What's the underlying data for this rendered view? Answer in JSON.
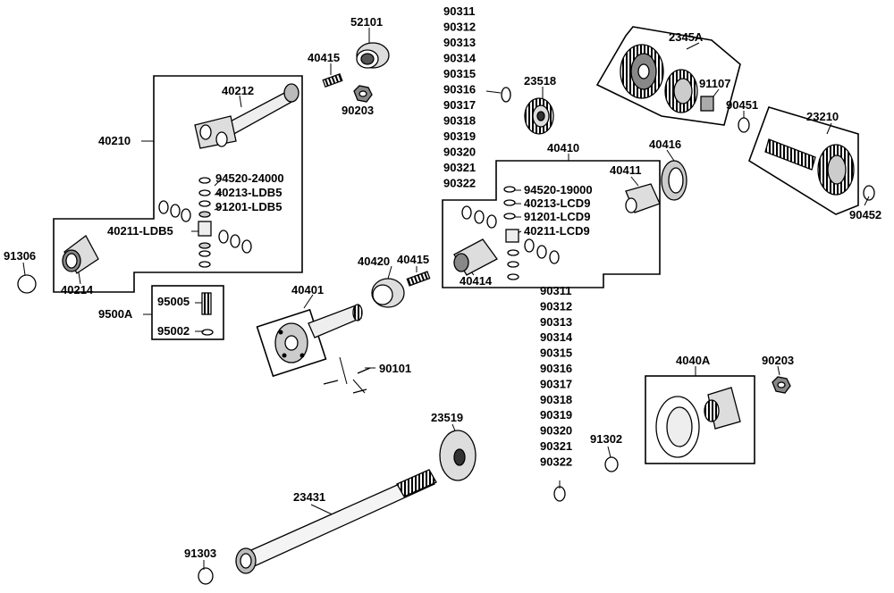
{
  "diagram": {
    "labels": {
      "p52101": "52101",
      "p40415a": "40415",
      "p90203a": "90203",
      "p40212": "40212",
      "p40210": "40210",
      "p94520_24000": "94520-24000",
      "p40213_ldb5": "40213-LDB5",
      "p91201_ldb5": "91201-LDB5",
      "p40211_ldb5": "40211-LDB5",
      "p91306": "91306",
      "p40214": "40214",
      "p9500a": "9500A",
      "p95005": "95005",
      "p95002": "95002",
      "p40420": "40420",
      "p40415b": "40415",
      "p40401": "40401",
      "p90101": "90101",
      "p23518": "23518",
      "p40410": "40410",
      "p94520_19000": "94520-19000",
      "p40213_lcd9": "40213-LCD9",
      "p91201_lcd9": "91201-LCD9",
      "p40211_lcd9": "40211-LCD9",
      "p40411": "40411",
      "p40414": "40414",
      "p40416": "40416",
      "p2345a": "2345A",
      "p91107": "91107",
      "p90451": "90451",
      "p23210": "23210",
      "p90452": "90452",
      "p4040a": "4040A",
      "p90203b": "90203",
      "p91302": "91302",
      "p23519": "23519",
      "p23431": "23431",
      "p91303": "91303"
    },
    "shim_list_top": [
      "90311",
      "90312",
      "90313",
      "90314",
      "90315",
      "90316",
      "90317",
      "90318",
      "90319",
      "90320",
      "90321",
      "90322"
    ],
    "shim_list_mid": [
      "90311",
      "90312",
      "90313",
      "90314",
      "90315",
      "90316",
      "90317",
      "90318",
      "90319",
      "90320",
      "90321",
      "90322"
    ]
  }
}
